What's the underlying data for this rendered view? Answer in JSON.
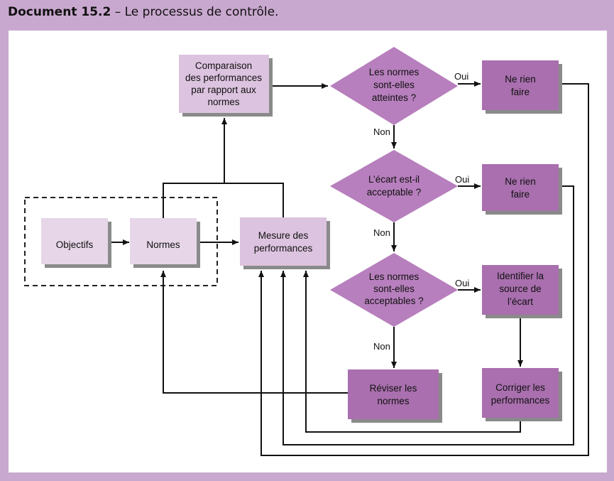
{
  "header": {
    "title_bold": "Document 15.2",
    "title_rest": " – Le processus de contrôle."
  },
  "nodes": {
    "objectifs": "Objectifs",
    "normes": "Normes",
    "mesure": [
      "Mesure des",
      "performances"
    ],
    "comparaison": [
      "Comparaison",
      "des performances",
      "par rapport aux",
      "normes"
    ],
    "decision1": [
      "Les normes",
      "sont-elles",
      "atteintes ?"
    ],
    "decision2": [
      "L’écart est-il",
      "acceptable ?"
    ],
    "decision3": [
      "Les normes",
      "sont-elles",
      "acceptables ?"
    ],
    "ne_rien_faire_1": [
      "Ne rien",
      "faire"
    ],
    "ne_rien_faire_2": [
      "Ne rien",
      "faire"
    ],
    "identifier": [
      "Identifier la",
      "source de",
      "l’écart"
    ],
    "corriger": [
      "Corriger les",
      "performances"
    ],
    "reviser": [
      "Réviser les",
      "normes"
    ]
  },
  "edge_labels": {
    "oui1": "Oui",
    "oui2": "Oui",
    "oui3": "Oui",
    "non1": "Non",
    "non2": "Non",
    "non3": "Non"
  },
  "colors": {
    "background": "#c9a8cf",
    "light_box": "#e6d6e8",
    "medium_box": "#dcc3df",
    "dark_box": "#a96fae",
    "diamond": "#b77fbd",
    "shadow": "#8a8a8a"
  }
}
